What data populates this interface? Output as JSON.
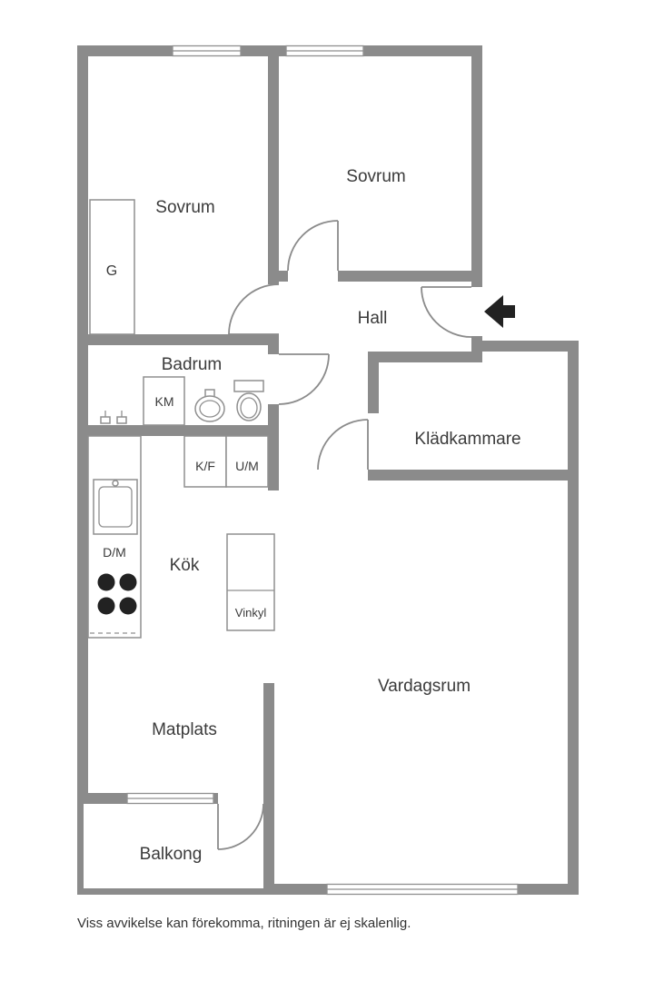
{
  "disclaimer": "Viss avvikelse kan förekomma, ritningen är ej skalenlig.",
  "colors": {
    "wall": "#8b8b8b",
    "fixture": "#8f8f8f",
    "text": "#3b3b3b",
    "appliance_dark": "#222222"
  },
  "rooms": {
    "sovrum_top_left": "Sovrum",
    "sovrum_top_right": "Sovrum",
    "hall": "Hall",
    "badrum": "Badrum",
    "kladkammare": "Klädkammare",
    "kok": "Kök",
    "vardagsrum": "Vardagsrum",
    "matplats": "Matplats",
    "balkong": "Balkong"
  },
  "fixtures": {
    "wardrobe": "G",
    "washing_machine": "KM",
    "fridge_freezer": "K/F",
    "oven_micro": "U/M",
    "dishwasher": "D/M",
    "wine_cooler": "Vinkyl"
  }
}
